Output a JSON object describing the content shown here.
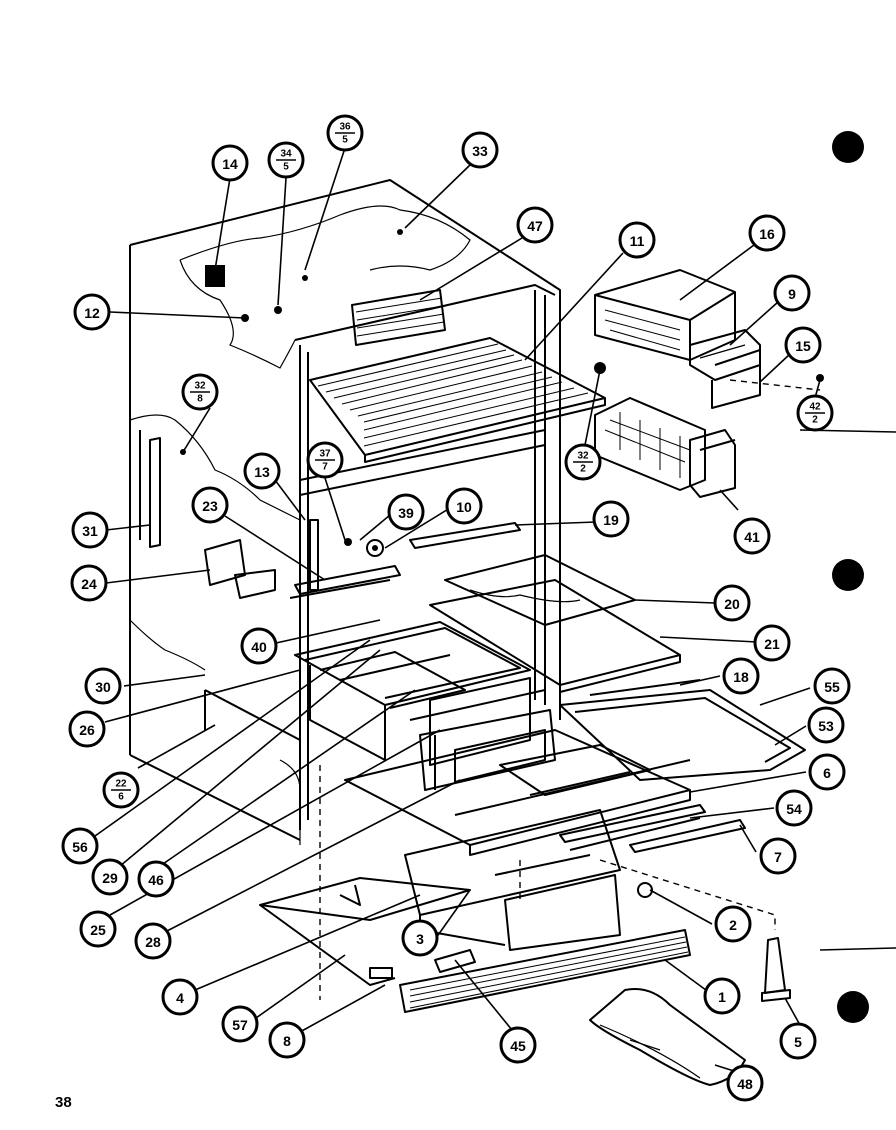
{
  "page_number": "38",
  "callouts": [
    {
      "id": "c14",
      "label": "14"
    },
    {
      "id": "c34",
      "label": "34",
      "sub": "5"
    },
    {
      "id": "c36",
      "label": "36",
      "sub": "5"
    },
    {
      "id": "c33",
      "label": "33"
    },
    {
      "id": "c47",
      "label": "47"
    },
    {
      "id": "c11",
      "label": "11"
    },
    {
      "id": "c16",
      "label": "16"
    },
    {
      "id": "c9",
      "label": "9"
    },
    {
      "id": "c15",
      "label": "15"
    },
    {
      "id": "c42",
      "label": "42",
      "sub": "2"
    },
    {
      "id": "c12",
      "label": "12"
    },
    {
      "id": "c32a",
      "label": "32",
      "sub": "8"
    },
    {
      "id": "c37",
      "label": "37",
      "sub": "7"
    },
    {
      "id": "c32b",
      "label": "32",
      "sub": "2"
    },
    {
      "id": "c13",
      "label": "13"
    },
    {
      "id": "c41",
      "label": "41"
    },
    {
      "id": "c23",
      "label": "23"
    },
    {
      "id": "c39",
      "label": "39"
    },
    {
      "id": "c10",
      "label": "10"
    },
    {
      "id": "c19",
      "label": "19"
    },
    {
      "id": "c31",
      "label": "31"
    },
    {
      "id": "c24",
      "label": "24"
    },
    {
      "id": "c20",
      "label": "20"
    },
    {
      "id": "c40",
      "label": "40"
    },
    {
      "id": "c21",
      "label": "21"
    },
    {
      "id": "c30",
      "label": "30"
    },
    {
      "id": "c18",
      "label": "18"
    },
    {
      "id": "c55",
      "label": "55"
    },
    {
      "id": "c26",
      "label": "26"
    },
    {
      "id": "c53",
      "label": "53"
    },
    {
      "id": "c22",
      "label": "22",
      "sub": "6"
    },
    {
      "id": "c6",
      "label": "6"
    },
    {
      "id": "c54",
      "label": "54"
    },
    {
      "id": "c56",
      "label": "56"
    },
    {
      "id": "c29",
      "label": "29"
    },
    {
      "id": "c46",
      "label": "46"
    },
    {
      "id": "c7",
      "label": "7"
    },
    {
      "id": "c25",
      "label": "25"
    },
    {
      "id": "c28",
      "label": "28"
    },
    {
      "id": "c2",
      "label": "2"
    },
    {
      "id": "c3",
      "label": "3"
    },
    {
      "id": "c4",
      "label": "4"
    },
    {
      "id": "c1",
      "label": "1"
    },
    {
      "id": "c57",
      "label": "57"
    },
    {
      "id": "c8",
      "label": "8"
    },
    {
      "id": "c45",
      "label": "45"
    },
    {
      "id": "c5",
      "label": "5"
    },
    {
      "id": "c48",
      "label": "48"
    }
  ]
}
